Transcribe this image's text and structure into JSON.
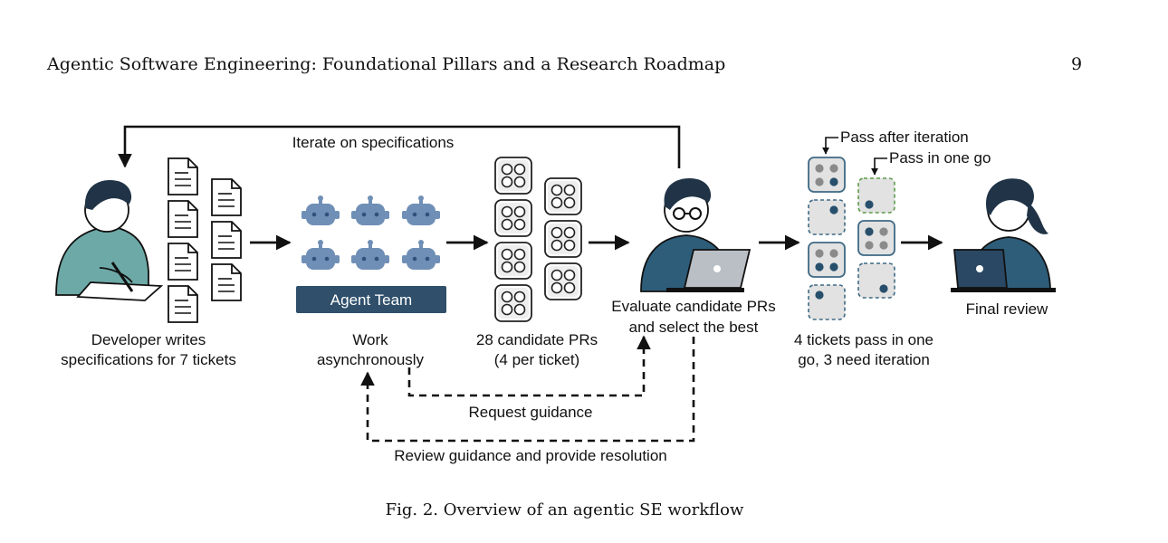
{
  "header": {
    "running_title": "Agentic Software Engineering: Foundational Pillars and a Research Roadmap",
    "page_number": "9"
  },
  "figure": {
    "caption": "Fig. 2.  Overview of an agentic SE workflow",
    "labels": {
      "iterate": "Iterate on specifications",
      "agent_team": "Agent Team",
      "developer_line1": "Developer writes",
      "developer_line2": "specifications for 7 tickets",
      "work_line1": "Work",
      "work_line2": "asynchronously",
      "candidates_line1": "28 candidate PRs",
      "candidates_line2": "(4 per ticket)",
      "evaluate_line1": "Evaluate candidate PRs",
      "evaluate_line2": "and select the best",
      "pass_iteration": "Pass after iteration",
      "pass_one_go": "Pass in one go",
      "tickets_line1": "4 tickets pass in one",
      "tickets_line2": "go, 3 need iteration",
      "final_review": "Final review",
      "request_guidance": "Request guidance",
      "review_guidance": "Review guidance and provide resolution"
    },
    "colors": {
      "robot": "#6f8fb6",
      "robot_face": "#34507a",
      "agent_team_bg": "#2f4f6b",
      "person_shirt": "#2e5d7a",
      "developer_shirt": "#6da9a6",
      "hair": "#213447",
      "ticket_fill": "#e2e2e2",
      "ticket_border_blue": "#3f6a85",
      "ticket_border_green": "#5e9a4a",
      "dot_dark": "#274f6c",
      "dot_gray": "#8a8a8a"
    },
    "icons": [
      "document-icon",
      "robot-icon",
      "pr-card-icon",
      "developer-person-icon",
      "reviewer-person-icon",
      "laptop-icon",
      "ticket-icon"
    ]
  }
}
